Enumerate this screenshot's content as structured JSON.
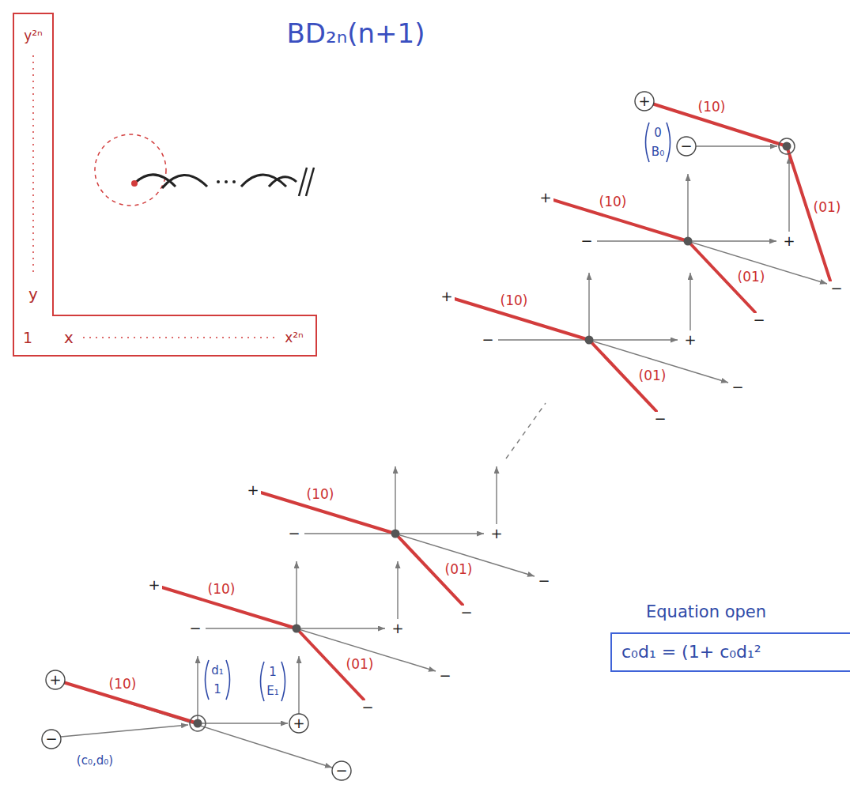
{
  "diagram": {
    "title": "BD₂ₙ(n+1)",
    "nodes": [
      {
        "text": [
          "y²ⁿ",
          "y",
          "1",
          "x",
          "x²ⁿ"
        ]
      },
      {
        "text": [
          "Equation open",
          "c₀d₁ = (1+ c₀d₁²"
        ]
      }
    ],
    "labels": [
      "+",
      "(10)",
      "0",
      "B₀",
      "−",
      "(01)",
      "+",
      "(10)",
      "−",
      "+",
      "(01)",
      "−",
      "−",
      "+",
      "(10)",
      "−",
      "+",
      "(01)",
      "−",
      "−",
      "+",
      "(10)",
      "−",
      "+",
      "(01)",
      "−",
      "−",
      "+",
      "(10)",
      "−",
      "+",
      "(01)",
      "−",
      "−",
      "+",
      "(10)",
      "−",
      "(c₀,d₀)",
      "d₁",
      "1",
      "1",
      "E₁",
      "+",
      "−"
    ]
  }
}
